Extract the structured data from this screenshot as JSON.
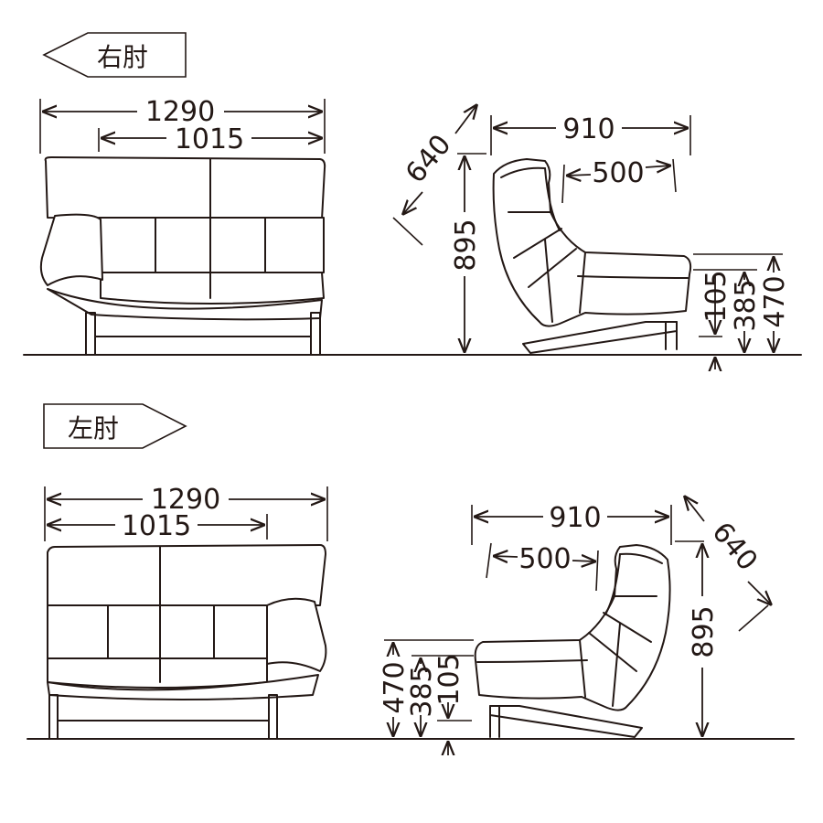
{
  "right_arm": {
    "tag": "右肘",
    "front": {
      "width_total": "1290",
      "width_seat": "1015"
    },
    "side": {
      "depth_total": "910",
      "seat_depth": "500",
      "headrest_tilt": "640",
      "height_total": "895",
      "arm_height": "470",
      "seat_height": "385",
      "leg_clearance": "105"
    }
  },
  "left_arm": {
    "tag": "左肘",
    "front": {
      "width_total": "1290",
      "width_seat": "1015"
    },
    "side": {
      "depth_total": "910",
      "seat_depth": "500",
      "headrest_tilt": "640",
      "height_total": "895",
      "arm_height": "470",
      "seat_height": "385",
      "leg_clearance": "105"
    }
  },
  "colors": {
    "line": "#231815",
    "background": "#ffffff"
  }
}
